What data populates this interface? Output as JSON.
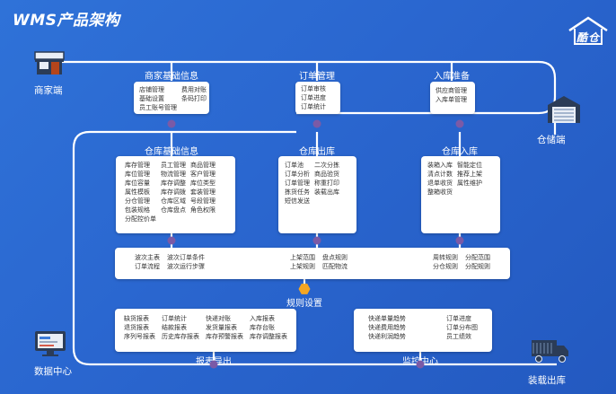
{
  "page": {
    "title": "WMS产品架构",
    "logo_text": "酷仓"
  },
  "nodes": {
    "merchant": "商家端",
    "warehouse": "仓储端",
    "data_center": "数据中心",
    "shipping": "装载出库"
  },
  "modules": {
    "merchant_info": {
      "title": "商家基础信息",
      "columns": [
        [
          "店铺管理",
          "基础设置",
          "员工账号管理"
        ],
        [
          "费用对账",
          "条码打印"
        ]
      ]
    },
    "order_mgmt": {
      "title": "订单管理",
      "columns": [
        [
          "订单审核",
          "订单进度",
          "订单统计"
        ]
      ]
    },
    "inbound_prep": {
      "title": "入库准备",
      "columns": [
        [
          "供应商管理",
          "入库单管理"
        ]
      ]
    },
    "warehouse_info": {
      "title": "仓库基础信息",
      "columns": [
        [
          "库存管理",
          "库位管理",
          "库位容量",
          "属性模板",
          "分仓管理",
          "包装规格",
          "分配控价单"
        ],
        [
          "员工管理",
          "物流管理",
          "库存调整",
          "库存调拨",
          "仓库区域",
          "仓库盘点"
        ],
        [
          "商品管理",
          "客户管理",
          "库位类型",
          "套装管理",
          "号段管理",
          "角色权限"
        ]
      ]
    },
    "warehouse_out": {
      "title": "仓库出库",
      "columns": [
        [
          "订单池",
          "订单分析",
          "订单管理",
          "拣货任务",
          "短信发送"
        ],
        [
          "二次分拣",
          "商品验货",
          "称重打印",
          "装载出库"
        ]
      ]
    },
    "warehouse_in": {
      "title": "仓库入库",
      "columns": [
        [
          "装箱入库",
          "清点计数",
          "退单收货",
          "整箱收货"
        ],
        [
          "智能定位",
          "推荐上架",
          "属性维护"
        ]
      ]
    },
    "rules": {
      "title": "规则设置",
      "groups": [
        [
          [
            "波次主表",
            "订单流程"
          ],
          [
            "波次订单条件",
            "波次运行步骤"
          ]
        ],
        [
          [
            "上架范围",
            "上架规则"
          ],
          [
            "盘点规则",
            "匹配物流"
          ]
        ],
        [
          [
            "周转规则",
            "分仓规则"
          ],
          [
            "分配范围",
            "分配规则"
          ]
        ]
      ]
    },
    "reports": {
      "title": "报表导出",
      "columns": [
        [
          "缺货报表",
          "退货报表",
          "序列号报表"
        ],
        [
          "订单统计",
          "结款报表",
          "历史库存报表"
        ],
        [
          "快递对账",
          "发货量报表",
          "库存预警报表"
        ],
        [
          "入库报表",
          "库存台账",
          "库存调整报表"
        ]
      ]
    },
    "monitor": {
      "title": "监控中心",
      "columns": [
        [
          "快递单量趋势",
          "快递费用趋势",
          "快递利润趋势"
        ],
        [
          "订单进度",
          "订单分布图",
          "员工绩效"
        ]
      ]
    }
  },
  "colors": {
    "accent_dot": "#7b5aa6",
    "rule_node": "#f5a623",
    "line": "#ffffff"
  }
}
